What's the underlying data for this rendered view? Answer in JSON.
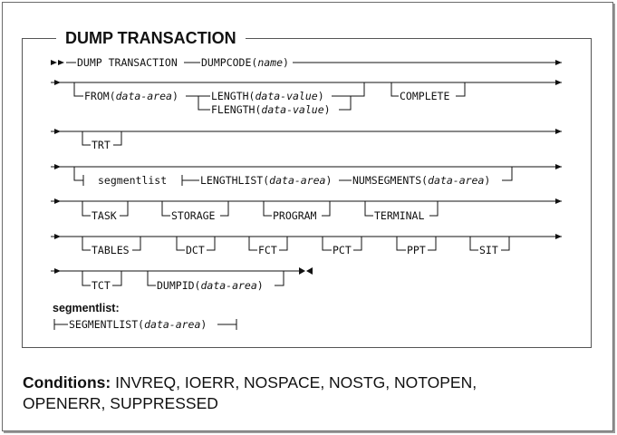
{
  "title": "DUMP TRANSACTION",
  "syntax": {
    "line1": {
      "command": "DUMP TRANSACTION",
      "dumpcode": "DUMPCODE(",
      "dumpcode_arg": "name",
      "close": ")"
    },
    "line2": {
      "from": "FROM(",
      "from_arg": "data-area",
      "length": "LENGTH(",
      "flength": "FLENGTH(",
      "value_arg": "data-value",
      "complete": "COMPLETE"
    },
    "line3": {
      "trt": "TRT"
    },
    "line4": {
      "segmentlist": "segmentlist",
      "lengthlist": "LENGTHLIST(",
      "numsegments": "NUMSEGMENTS(",
      "area_arg": "data-area"
    },
    "line5": {
      "options": [
        "TASK",
        "STORAGE",
        "PROGRAM",
        "TERMINAL"
      ]
    },
    "line6": {
      "options": [
        "TABLES",
        "DCT",
        "FCT",
        "PCT",
        "PPT",
        "SIT"
      ]
    },
    "line7": {
      "tct": "TCT",
      "dumpid": "DUMPID(",
      "area_arg": "data-area"
    },
    "close_paren": ")"
  },
  "segmentlist_block": {
    "label": "segmentlist:",
    "keyword": "SEGMENTLIST(",
    "arg": "data-area"
  },
  "conditions": {
    "label": "Conditions:",
    "line1": "INVREQ, IOERR, NOSPACE, NOSTG, NOTOPEN,",
    "line2": "OPENERR, SUPPRESSED"
  }
}
